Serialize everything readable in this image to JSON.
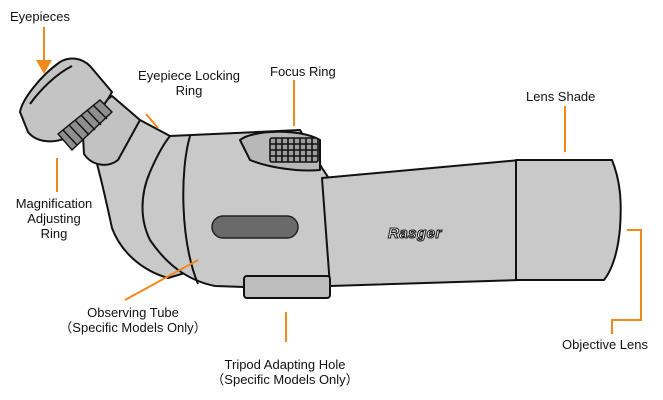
{
  "diagram": {
    "brand": "Rasger",
    "accent_color": "#f08a1c",
    "body_color": "#c9c9c9",
    "labels": {
      "eyepieces": "Eyepieces",
      "eyepiece_locking_ring": [
        "Eyepiece Locking",
        "Ring"
      ],
      "focus_ring": "Focus Ring",
      "lens_shade": "Lens Shade",
      "magnification_adjusting_ring": [
        "Magnification",
        "Adjusting",
        "Ring"
      ],
      "observing_tube": [
        "Observing Tube",
        "（Specific Models Only）"
      ],
      "tripod_adapting_hole": [
        "Tripod Adapting Hole",
        "（Specific Models Only）"
      ],
      "objective_lens": "Objective Lens"
    }
  }
}
